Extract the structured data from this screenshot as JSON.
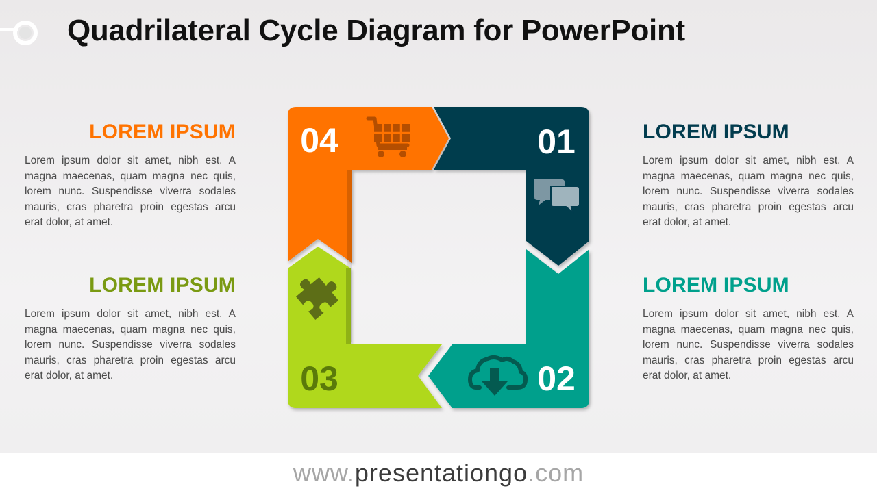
{
  "title": "Quadrilateral Cycle Diagram for PowerPoint",
  "colors": {
    "orange": "#FF7300",
    "navy": "#023C4E",
    "teal": "#00A08C",
    "lime": "#B0D81A"
  },
  "blocks": {
    "top_left": {
      "heading": "LOREM IPSUM",
      "color": "#FF7300",
      "text": "Lorem ipsum dolor sit amet, nibh est. A magna maecenas, quam magna nec quis, lorem nunc. Suspendisse viverra sodales mauris, cras pharetra proin egestas arcu erat dolor, at amet."
    },
    "bottom_left": {
      "heading": "LOREM IPSUM",
      "color": "#7A9A12",
      "text": "Lorem ipsum dolor sit amet, nibh est. A magna maecenas, quam magna nec quis, lorem nunc. Suspendisse viverra sodales mauris, cras pharetra proin egestas arcu erat dolor, at amet."
    },
    "top_right": {
      "heading": "LOREM IPSUM",
      "color": "#023C4E",
      "text": "Lorem ipsum dolor sit amet, nibh est. A magna maecenas, quam magna nec quis, lorem nunc. Suspendisse viverra sodales mauris, cras pharetra proin egestas arcu erat dolor, at amet."
    },
    "bottom_right": {
      "heading": "LOREM IPSUM",
      "color": "#00A08C",
      "text": "Lorem ipsum dolor sit amet, nibh est. A magna maecenas, quam magna nec quis, lorem nunc. Suspendisse viverra sodales mauris, cras pharetra proin egestas arcu erat dolor, at amet."
    }
  },
  "diagram": {
    "steps": [
      {
        "number": "01",
        "icon": "chat-bubbles-icon",
        "color": "#023C4E"
      },
      {
        "number": "02",
        "icon": "cloud-download-icon",
        "color": "#00A08C"
      },
      {
        "number": "03",
        "icon": "puzzle-piece-icon",
        "color": "#B0D81A"
      },
      {
        "number": "04",
        "icon": "shopping-cart-icon",
        "color": "#FF7300"
      }
    ]
  },
  "footer": {
    "prefix": "www.",
    "brand": "presentationgo",
    "suffix": ".com"
  }
}
